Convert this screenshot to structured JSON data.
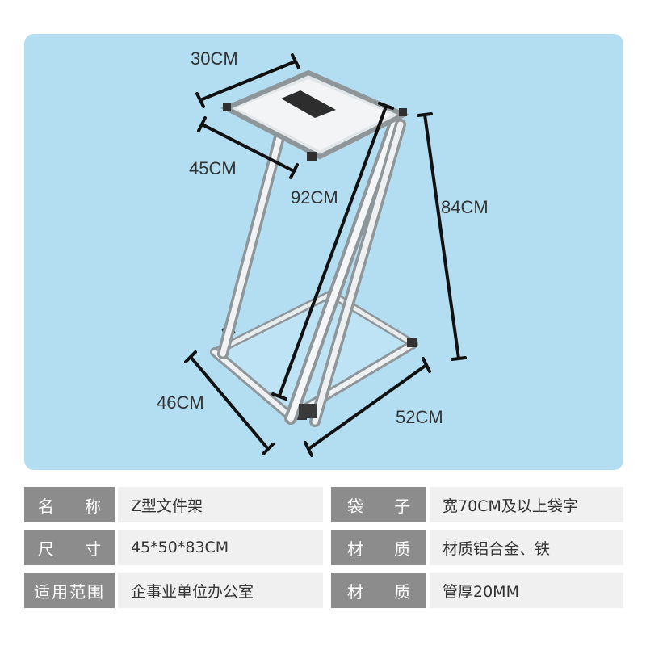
{
  "dimensions": {
    "top_width": "30CM",
    "top_depth": "45CM",
    "diagonal": "92CM",
    "height": "84CM",
    "base_depth": "46CM",
    "base_width": "52CM"
  },
  "specs": [
    {
      "label1": "名 称",
      "value1": "Z型文件架",
      "label2": "袋 子",
      "value2": "宽70CM及以上袋字"
    },
    {
      "label1": "尺 寸",
      "value1": "45*50*83CM",
      "label2": "材 质",
      "value2": "材质铝合金、铁"
    },
    {
      "label1": "适用范围",
      "value1": "企事业单位办公室",
      "label2": "材 质",
      "value2": "管厚20MM"
    }
  ],
  "colors": {
    "panel_background": "#b3def2",
    "label_background": "#8c8c8c",
    "value_background": "#f0f0f0"
  }
}
